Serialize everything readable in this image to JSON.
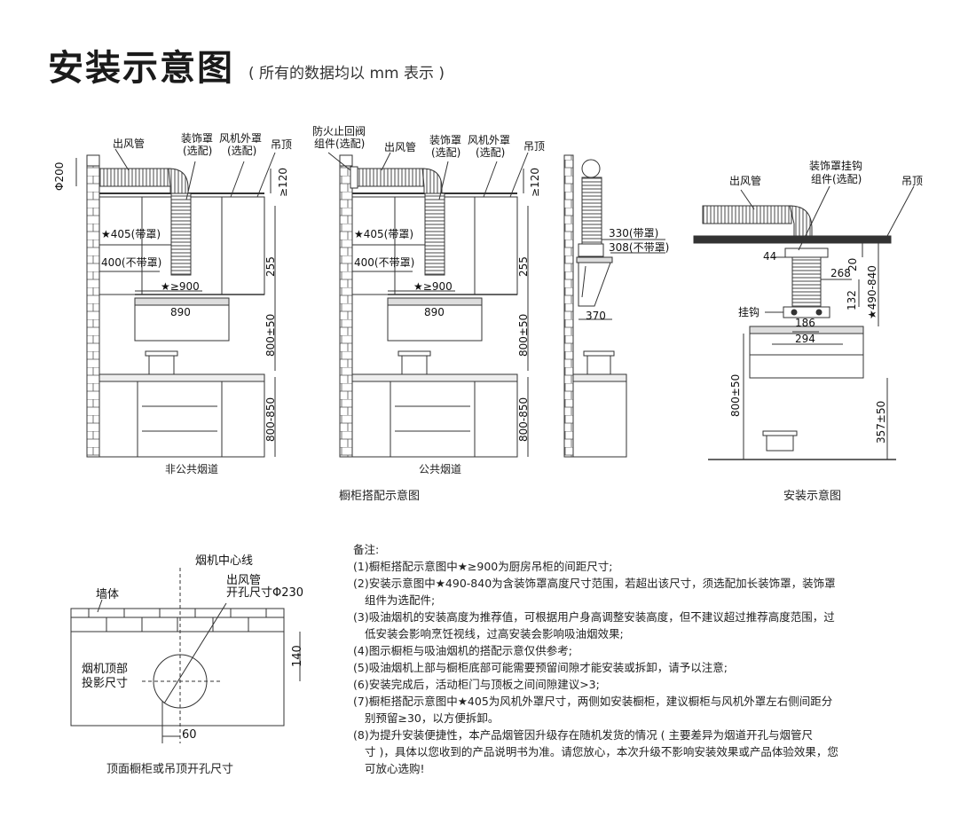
{
  "header": {
    "title": "安装示意图",
    "subtitle": "( 所有的数据均以 mm 表示 )"
  },
  "cab1": {
    "outlet": "出风管",
    "cover": "装饰罩",
    "cover_opt": "(选配)",
    "fan": "风机外罩",
    "fan_opt": "(选配)",
    "ceiling": "吊顶",
    "phi": "Φ200",
    "gap": "≥120",
    "d405": "★405(带罩)",
    "d400": "400(不带罩)",
    "d900": "★≥900",
    "w890": "890",
    "h255": "255",
    "h800": "800±50",
    "h850": "800-850",
    "caption": "非公共烟道"
  },
  "cab2": {
    "valve": "防火止回阀",
    "valve_opt": "组件(选配)",
    "outlet": "出风管",
    "cover": "装饰罩",
    "cover_opt": "(选配)",
    "fan": "风机外罩",
    "fan_opt": "(选配)",
    "ceiling": "吊顶",
    "gap": "≥120",
    "d405": "★405(带罩)",
    "d400": "400(不带罩)",
    "d900": "★≥900",
    "w890": "890",
    "h255": "255",
    "h800": "800±50",
    "h850": "800-850",
    "caption": "公共烟道"
  },
  "side": {
    "d330": "330(带罩)",
    "d308": "308(不带罩)",
    "d370": "370"
  },
  "group_caption": "橱柜搭配示意图",
  "inst": {
    "outlet": "出风管",
    "hook_grp": "装饰罩挂钩",
    "hook_grp_opt": "组件(选配)",
    "ceiling": "吊顶",
    "d44": "44",
    "d20": "20",
    "d268": "268",
    "d490": "★490-840",
    "d132": "132",
    "hook": "挂钩",
    "d186": "186",
    "d294": "294",
    "h800": "800±50",
    "h357": "357±50",
    "caption": "安装示意图"
  },
  "top": {
    "center": "烟机中心线",
    "outlet": "出风管",
    "hole": "开孔尺寸Φ230",
    "wall": "墙体",
    "proj1": "烟机顶部",
    "proj2": "投影尺寸",
    "d140": "140",
    "d60": "60",
    "caption": "顶面橱柜或吊顶开孔尺寸"
  },
  "notes": {
    "head": "备注:",
    "n1": "(1)橱柜搭配示意图中★≥900为厨房吊柜的间距尺寸;",
    "n2a": "(2)安装示意图中★490-840为含装饰罩高度尺寸范围，若超出该尺寸，须选配加长装饰罩，装饰罩",
    "n2b": "组件为选配件;",
    "n3a": "(3)吸油烟机的安装高度为推荐值，可根据用户身高调整安装高度，但不建议超过推荐高度范围，过",
    "n3b": "低安装会影响烹饪视线，过高安装会影响吸油烟效果;",
    "n4": "(4)图示橱柜与吸油烟机的搭配示意仅供参考;",
    "n5": "(5)吸油烟机上部与橱柜底部可能需要预留间隙才能安装或拆卸，请予以注意;",
    "n6": "(6)安装完成后，活动柜门与顶板之间间隙建议>3;",
    "n7a": "(7)橱柜搭配示意图中★405为风机外罩尺寸，两侧如安装橱柜，建议橱柜与风机外罩左右侧间距分",
    "n7b": "别预留≥30，以方便拆卸。",
    "n8a": "(8)为提升安装便捷性，本产品烟管因升级存在随机发货的情况 ( 主要差异为烟道开孔与烟管尺",
    "n8b": "寸 )，具体以您收到的产品说明书为准。请您放心，本次升级不影响安装效果或产品体验效果，您",
    "n8c": "可放心选购!"
  }
}
